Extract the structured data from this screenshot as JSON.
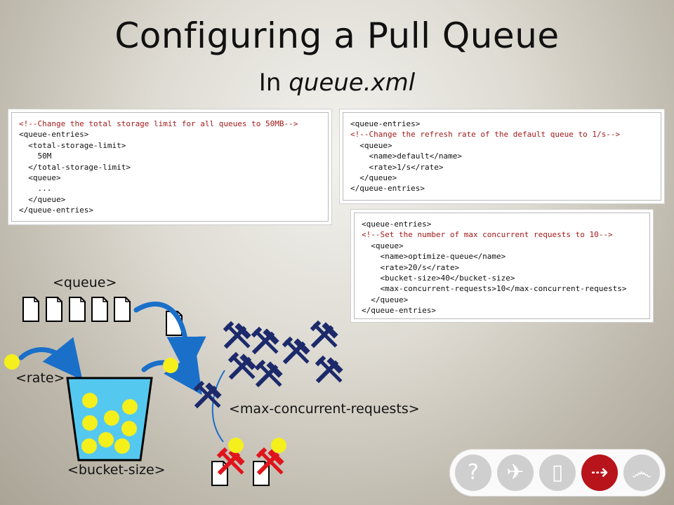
{
  "slide": {
    "title": "Configuring a Pull Queue",
    "subtitle_prefix": "In ",
    "subtitle_file": "queue.xml"
  },
  "code_blocks": [
    {
      "lines": [
        {
          "text": "<!--Change the total storage limit for all queues to 50MB-->",
          "kind": "comment"
        },
        {
          "text": "<queue-entries>",
          "kind": "tag"
        },
        {
          "text": "  <total-storage-limit>",
          "kind": "tag"
        },
        {
          "text": "    50M",
          "kind": "tag"
        },
        {
          "text": "  </total-storage-limit>",
          "kind": "tag"
        },
        {
          "text": "  <queue>",
          "kind": "tag"
        },
        {
          "text": "    ...",
          "kind": "tag"
        },
        {
          "text": "  </queue>",
          "kind": "tag"
        },
        {
          "text": "</queue-entries>",
          "kind": "tag"
        }
      ]
    },
    {
      "lines": [
        {
          "text": "<queue-entries>",
          "kind": "tag"
        },
        {
          "text": "<!--Change the refresh rate of the default queue to 1/s-->",
          "kind": "comment"
        },
        {
          "text": "  <queue>",
          "kind": "tag"
        },
        {
          "text": "    <name>default</name>",
          "kind": "tag"
        },
        {
          "text": "    <rate>1/s</rate>",
          "kind": "tag"
        },
        {
          "text": "  </queue>",
          "kind": "tag"
        },
        {
          "text": "</queue-entries>",
          "kind": "tag"
        }
      ]
    },
    {
      "lines": [
        {
          "text": "<queue-entries>",
          "kind": "tag"
        },
        {
          "text": "<!--Set the number of max concurrent requests to 10-->",
          "kind": "comment"
        },
        {
          "text": "  <queue>",
          "kind": "tag"
        },
        {
          "text": "    <name>optimize-queue</name>",
          "kind": "tag"
        },
        {
          "text": "    <rate>20/s</rate>",
          "kind": "tag"
        },
        {
          "text": "    <bucket-size>40</bucket-size>",
          "kind": "tag"
        },
        {
          "text": "    <max-concurrent-requests>10</max-concurrent-requests>",
          "kind": "tag"
        },
        {
          "text": "  </queue>",
          "kind": "tag"
        },
        {
          "text": "</queue-entries>",
          "kind": "tag"
        }
      ]
    }
  ],
  "diagram": {
    "queue_label": "<queue>",
    "rate_label": "<rate>",
    "bucket_label": "<bucket-size>",
    "max_concurrent_label": "<max-concurrent-requests>",
    "colors": {
      "arrow": "#1a6fc9",
      "token": "#f5ef1c",
      "bucket": "#55c8ef",
      "tool_idle": "#1c2a6b",
      "tool_busy": "#e0141b"
    }
  },
  "nav": {
    "buttons": [
      {
        "name": "help",
        "glyph": "?",
        "active": false
      },
      {
        "name": "airplane",
        "glyph": "✈",
        "active": false
      },
      {
        "name": "cabinet",
        "glyph": "▯",
        "active": false
      },
      {
        "name": "next",
        "glyph": "⇢",
        "active": true
      },
      {
        "name": "glasses",
        "glyph": "෴",
        "active": false
      }
    ]
  }
}
